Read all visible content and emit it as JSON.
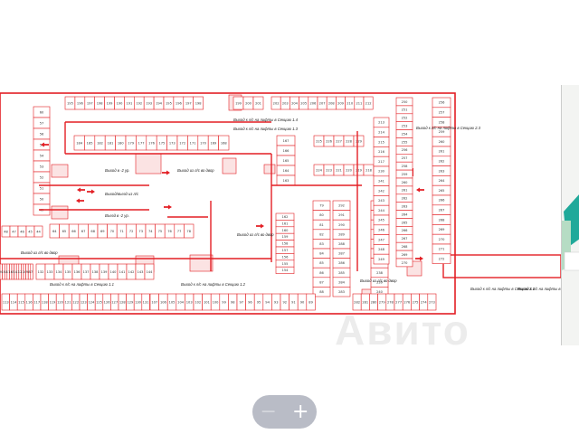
{
  "viewer": {
    "zoom_out_label": "−",
    "zoom_in_label": "+",
    "watermark": "Авито"
  },
  "colors": {
    "wall": "#e31e24",
    "stairs_fill": "#f3c6c6",
    "zone_fill": "#fbe3e3",
    "map_teal": "#20a99a",
    "map_green": "#b6dcc4"
  },
  "plan": {
    "top_row_left": [
      "195",
      "196",
      "197",
      "198",
      "199",
      "190",
      "191",
      "192",
      "193",
      "194",
      "195",
      "196",
      "197",
      "198"
    ],
    "top_row_mid": [
      "199",
      "200",
      "201"
    ],
    "top_row_right": [
      "202",
      "203",
      "204",
      "205",
      "206",
      "207",
      "208",
      "209",
      "210",
      "211",
      "212"
    ],
    "second_row": [
      "184",
      "185",
      "182",
      "181",
      "180",
      "179",
      "177",
      "176",
      "175",
      "173",
      "172",
      "171",
      "170",
      "169",
      "168"
    ],
    "left_col": [
      "60",
      "57",
      "56",
      "55",
      "54",
      "53",
      "52",
      "51",
      "50",
      "49"
    ],
    "left_upper_row": [
      "64",
      "65",
      "66",
      "67",
      "68",
      "69",
      "70",
      "71",
      "72",
      "73",
      "74",
      "75",
      "76",
      "77",
      "78"
    ],
    "left_row_bottom": [
      "48",
      "47",
      "46",
      "45",
      "44"
    ],
    "mid_col_a": [
      "167",
      "166",
      "165",
      "164",
      "163"
    ],
    "mid_col_b": [
      "162",
      "161",
      "160",
      "159",
      "158",
      "157",
      "156",
      "155",
      "154"
    ],
    "right_block_a": [
      "225",
      "226",
      "227",
      "228",
      "229"
    ],
    "right_block_b": [
      "224",
      "223",
      "221",
      "220",
      "219",
      "218"
    ],
    "col_d": [
      "79",
      "80",
      "81",
      "82",
      "83",
      "84",
      "85",
      "86",
      "87",
      "88"
    ],
    "col_e": [
      "292",
      "291",
      "290",
      "289",
      "288",
      "287",
      "286",
      "285",
      "284",
      "283"
    ],
    "col_f": [
      "231",
      "232",
      "233",
      "234",
      "235",
      "236",
      "237",
      "238",
      "239",
      "240"
    ],
    "col_g": [
      "213",
      "214",
      "215",
      "216",
      "217",
      "230",
      "241",
      "242",
      "243",
      "244",
      "245",
      "246",
      "247",
      "248",
      "249"
    ],
    "col_h": [
      "250",
      "251",
      "252",
      "253",
      "254",
      "255",
      "256",
      "257",
      "258",
      "259",
      "260",
      "261",
      "262",
      "263",
      "264",
      "265",
      "266",
      "267",
      "268",
      "269",
      "270"
    ],
    "col_i": [
      "256",
      "257",
      "258",
      "259",
      "260",
      "261",
      "262",
      "263",
      "264",
      "265",
      "266",
      "267",
      "268",
      "269",
      "270",
      "271",
      "272"
    ],
    "lower_row": [
      "132",
      "133",
      "134",
      "135",
      "136",
      "137",
      "138",
      "139",
      "140",
      "141",
      "142",
      "143",
      "144"
    ],
    "lower_left_row": [
      "20",
      "19",
      "18",
      "17",
      "16",
      "15",
      "14",
      "13",
      "12",
      "11",
      "10",
      "9",
      "8",
      "7"
    ],
    "bottom_row_left": [
      "113",
      "114",
      "115",
      "116",
      "117",
      "118",
      "119",
      "120",
      "121",
      "122",
      "123",
      "124",
      "125",
      "126",
      "127",
      "128",
      "129",
      "130",
      "131"
    ],
    "bottom_row_mid": [
      "107",
      "106",
      "105",
      "104",
      "103",
      "102",
      "101",
      "100",
      "99",
      "98",
      "97",
      "96",
      "95",
      "94",
      "93",
      "92",
      "91",
      "90",
      "89"
    ],
    "bottom_row_right": [
      "282",
      "281",
      "280",
      "279",
      "278",
      "277",
      "276",
      "275",
      "274",
      "273"
    ],
    "exit_labels": [
      "Выход к л/с на лифты в Секцию 1.4",
      "Выход к л/с на лифты в Секцию 1.3",
      "Выход к л/с на лифты в Секцию 2.3",
      "Выход в -2 ур.",
      "Выход/въезд из л/с",
      "Въезд в -2 ур.",
      "Выход из л/с во двор",
      "Выход из л/с во двор",
      "Выход из л/с во двор",
      "Выход к л/с на лифты в Секцию 1.1",
      "Выход к л/с на лифты в Секцию 1.2",
      "Выход к л/с на лифты в Секцию 2.1",
      "Выход из л/с во двор",
      "Выход к л/с на лифты в Секцию 2.2"
    ]
  }
}
